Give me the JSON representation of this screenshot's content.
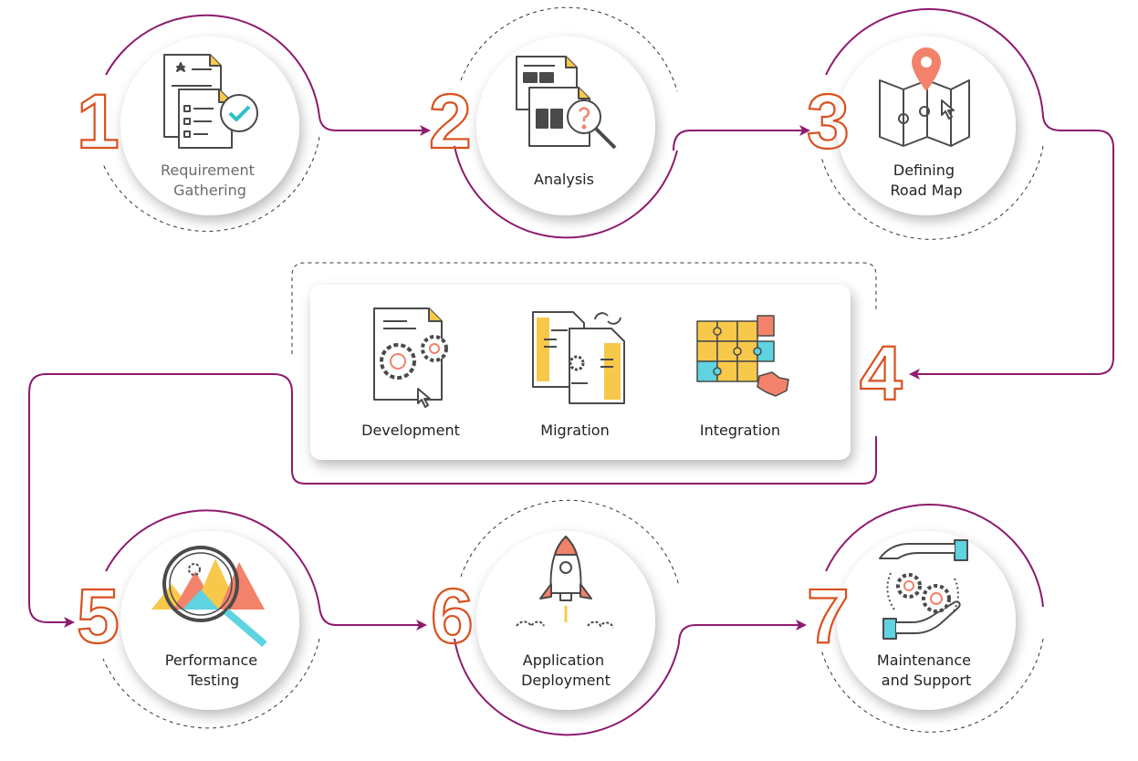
{
  "colors": {
    "connector": "#8e1a6e",
    "number_outline": "#d9501e",
    "icon_line": "#4a4a4a",
    "accent_yellow": "#f8c84a",
    "accent_orange": "#f2826a",
    "accent_cyan": "#5fd3e0",
    "dashed_ring": "#333333"
  },
  "steps": [
    {
      "number": "1",
      "label_lines": [
        "Requirement",
        "Gathering"
      ],
      "icon": "requirements-checklist-icon"
    },
    {
      "number": "2",
      "label_lines": [
        "Analysis"
      ],
      "icon": "analysis-magnifier-icon"
    },
    {
      "number": "3",
      "label_lines": [
        "Defining",
        "Road Map"
      ],
      "icon": "roadmap-pin-icon"
    },
    {
      "number": "4",
      "label_lines": [],
      "icon": ""
    },
    {
      "number": "5",
      "label_lines": [
        "Performance",
        "Testing"
      ],
      "icon": "performance-chart-magnifier-icon"
    },
    {
      "number": "6",
      "label_lines": [
        "Application",
        "Deployment"
      ],
      "icon": "rocket-launch-icon"
    },
    {
      "number": "7",
      "label_lines": [
        "Maintenance",
        "and Support"
      ],
      "icon": "hands-gears-icon"
    }
  ],
  "step4_items": [
    {
      "label": "Development",
      "icon": "document-gears-cursor-icon"
    },
    {
      "label": "Migration",
      "icon": "document-transfer-icon"
    },
    {
      "label": "Integration",
      "icon": "puzzle-pieces-icon"
    }
  ]
}
